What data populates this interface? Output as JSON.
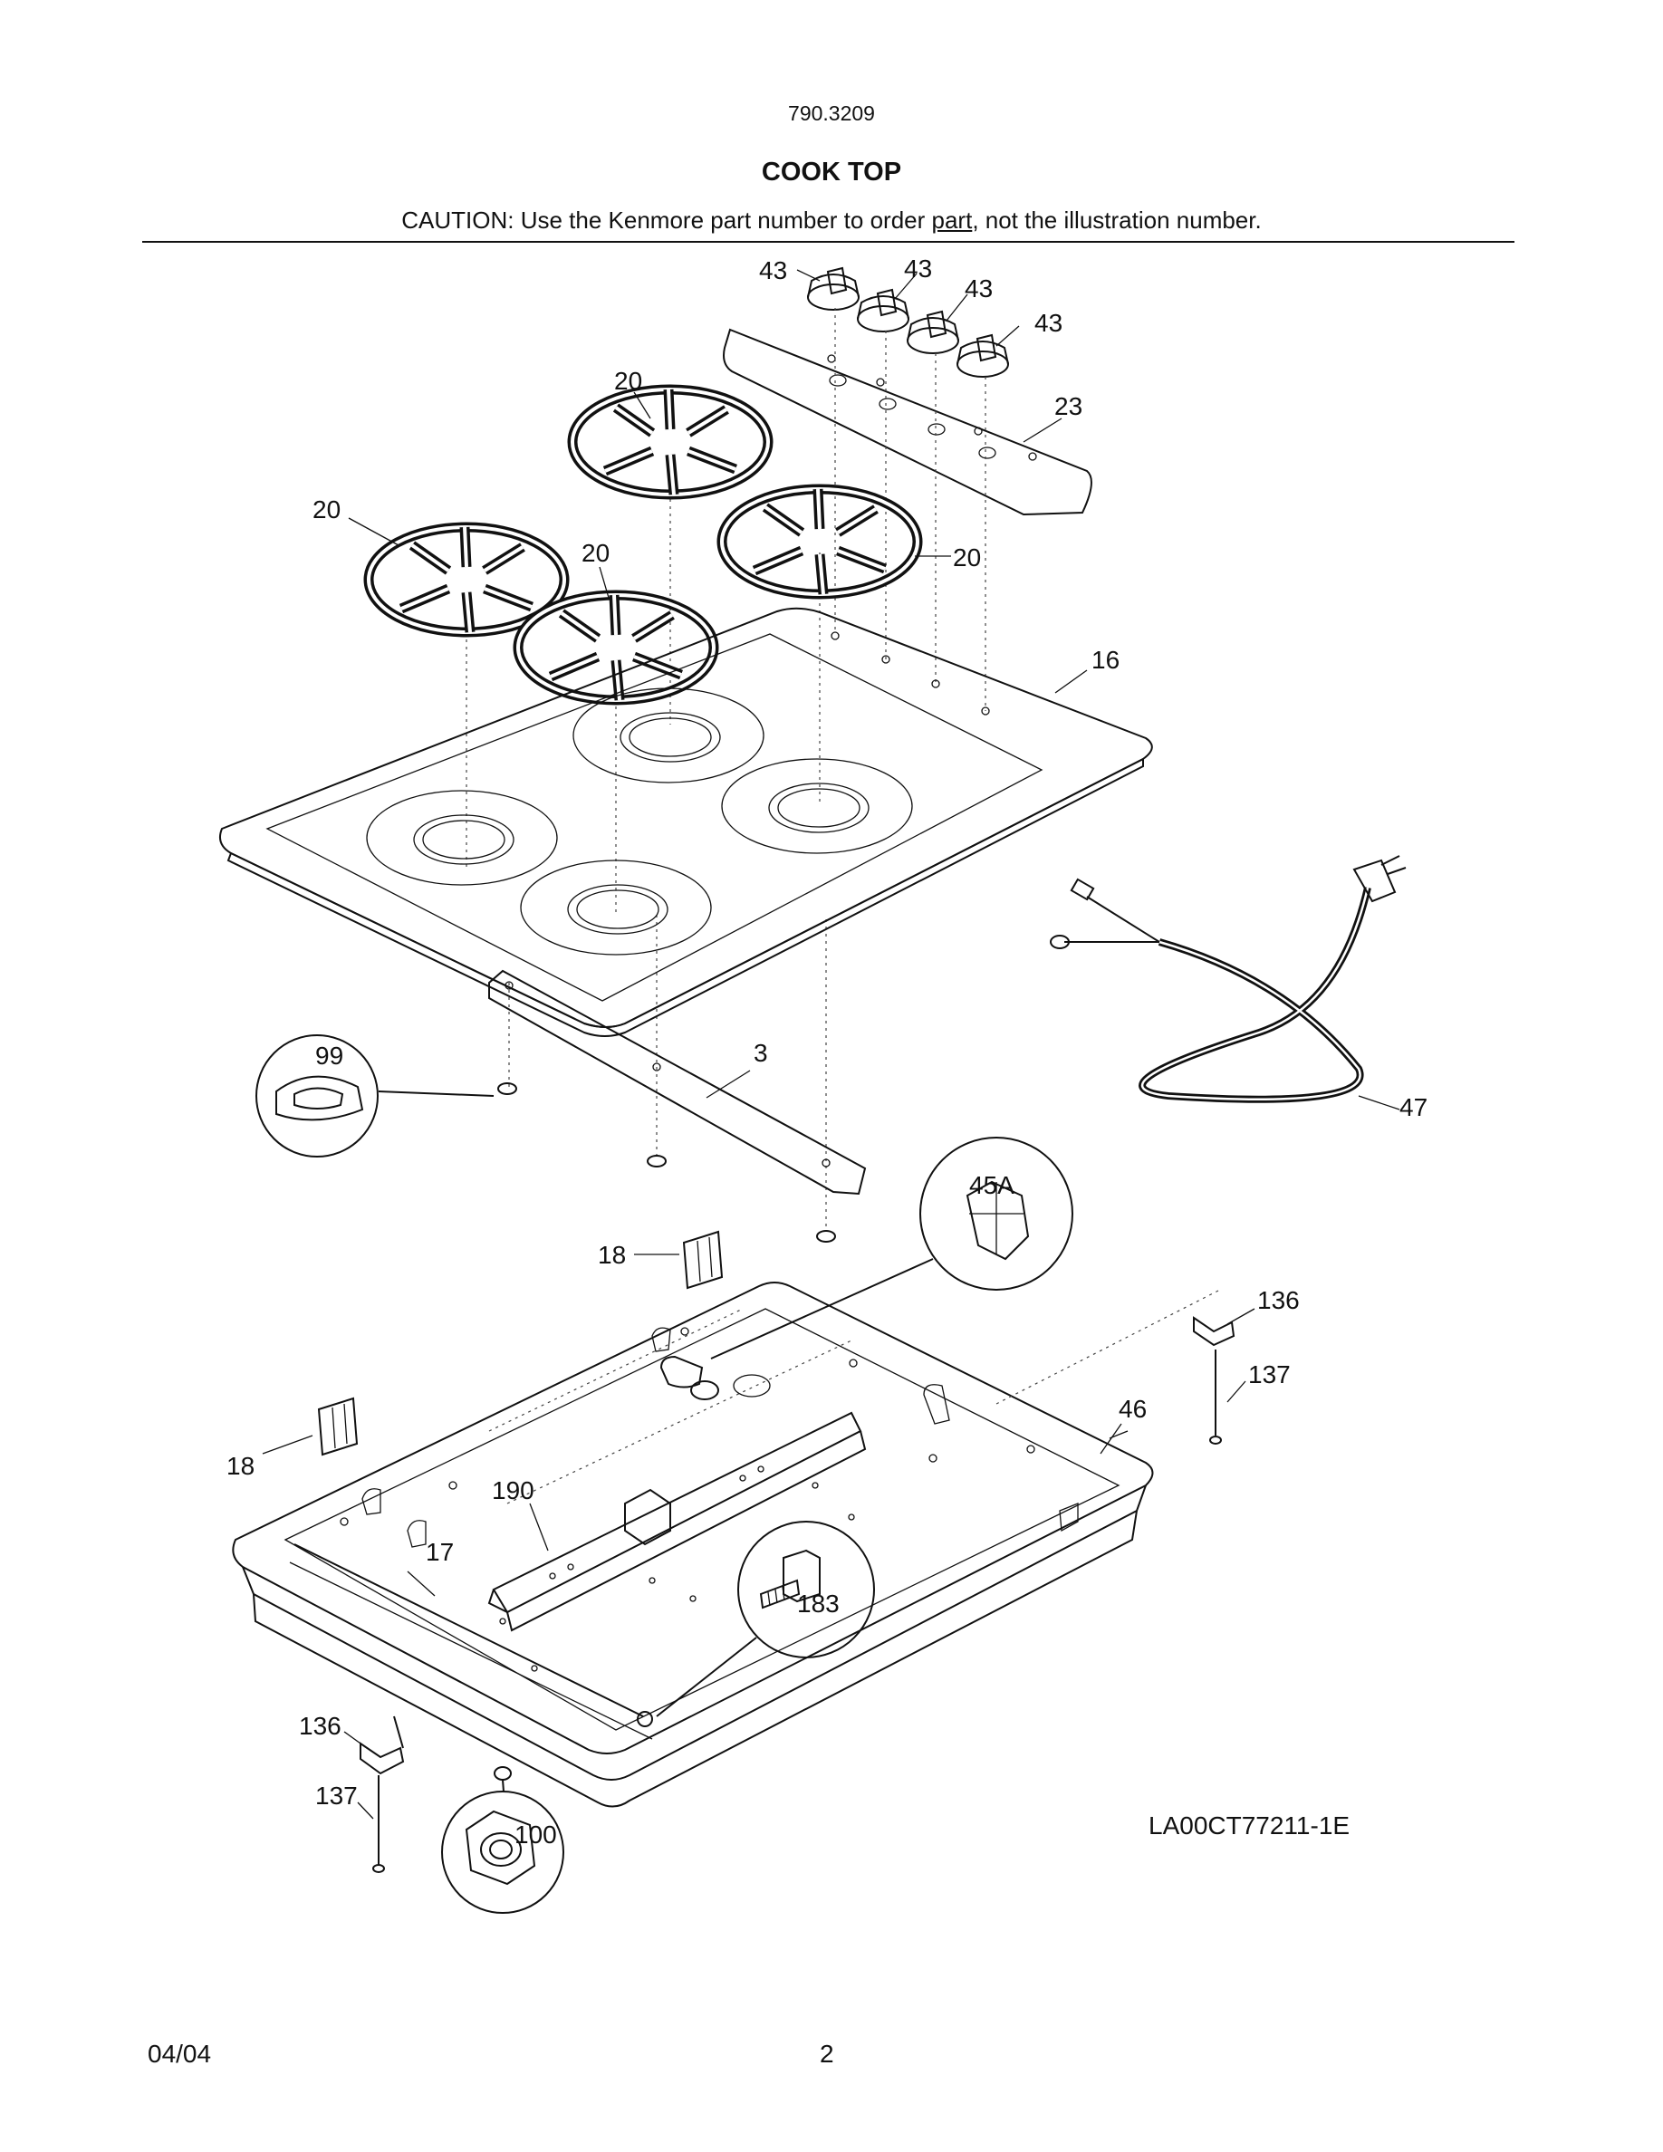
{
  "header": {
    "model_number": "790.3209",
    "section_title": "COOK TOP",
    "caution_prefix": "CAUTION: Use the Kenmore part number to order ",
    "caution_link": "part",
    "caution_suffix": ", not the illustration number."
  },
  "callouts": {
    "knob_1": "43",
    "knob_2": "43",
    "knob_3": "43",
    "knob_4": "43",
    "control_panel": "23",
    "grate_back_left": "20",
    "grate_left": "20",
    "grate_front": "20",
    "grate_right": "20",
    "cooktop": "16",
    "cord": "47",
    "bracket": "3",
    "grommet": "99",
    "ignitor": "45A",
    "hinge_right": "18",
    "hinge_left": "18",
    "clip_right": "136",
    "bolt_right": "137",
    "chassis": "46",
    "manifold": "190",
    "rod": "17",
    "screw": "183",
    "clip_left": "136",
    "bolt_left": "137",
    "nut": "100"
  },
  "drawing_id": "LA00CT77211-1E",
  "footer": {
    "date": "04/04",
    "page": "2"
  }
}
